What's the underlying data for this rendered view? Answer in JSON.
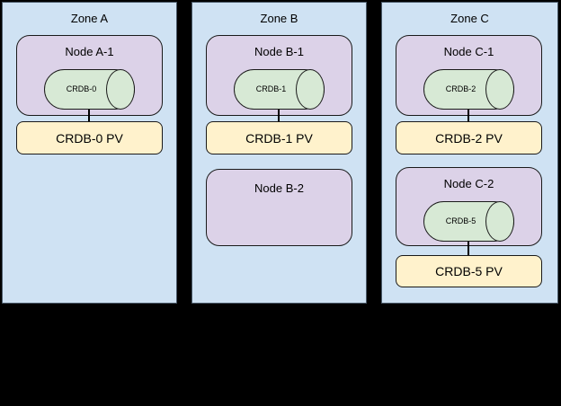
{
  "diagram": {
    "description": "Three availability zones with database nodes and persistent volumes",
    "zones": [
      {
        "title": "Zone A",
        "nodes": [
          {
            "label": "Node A-1",
            "cylinder": "CRDB-0",
            "pv": "CRDB-0 PV"
          }
        ]
      },
      {
        "title": "Zone B",
        "nodes": [
          {
            "label": "Node B-1",
            "cylinder": "CRDB-1",
            "pv": "CRDB-1 PV"
          },
          {
            "label": "Node B-2"
          }
        ]
      },
      {
        "title": "Zone C",
        "nodes": [
          {
            "label": "Node C-1",
            "cylinder": "CRDB-2",
            "pv": "CRDB-2 PV"
          },
          {
            "label": "Node C-2",
            "cylinder": "CRDB-5",
            "pv": "CRDB-5 PV"
          }
        ]
      }
    ],
    "colors": {
      "background": "#000000",
      "zone_fill": "#CFE2F3",
      "node_fill": "#DCD2E8",
      "cylinder_fill": "#D7E9D5",
      "pv_fill": "#FFF2CC",
      "shape_border": "#1a1a1a"
    }
  }
}
